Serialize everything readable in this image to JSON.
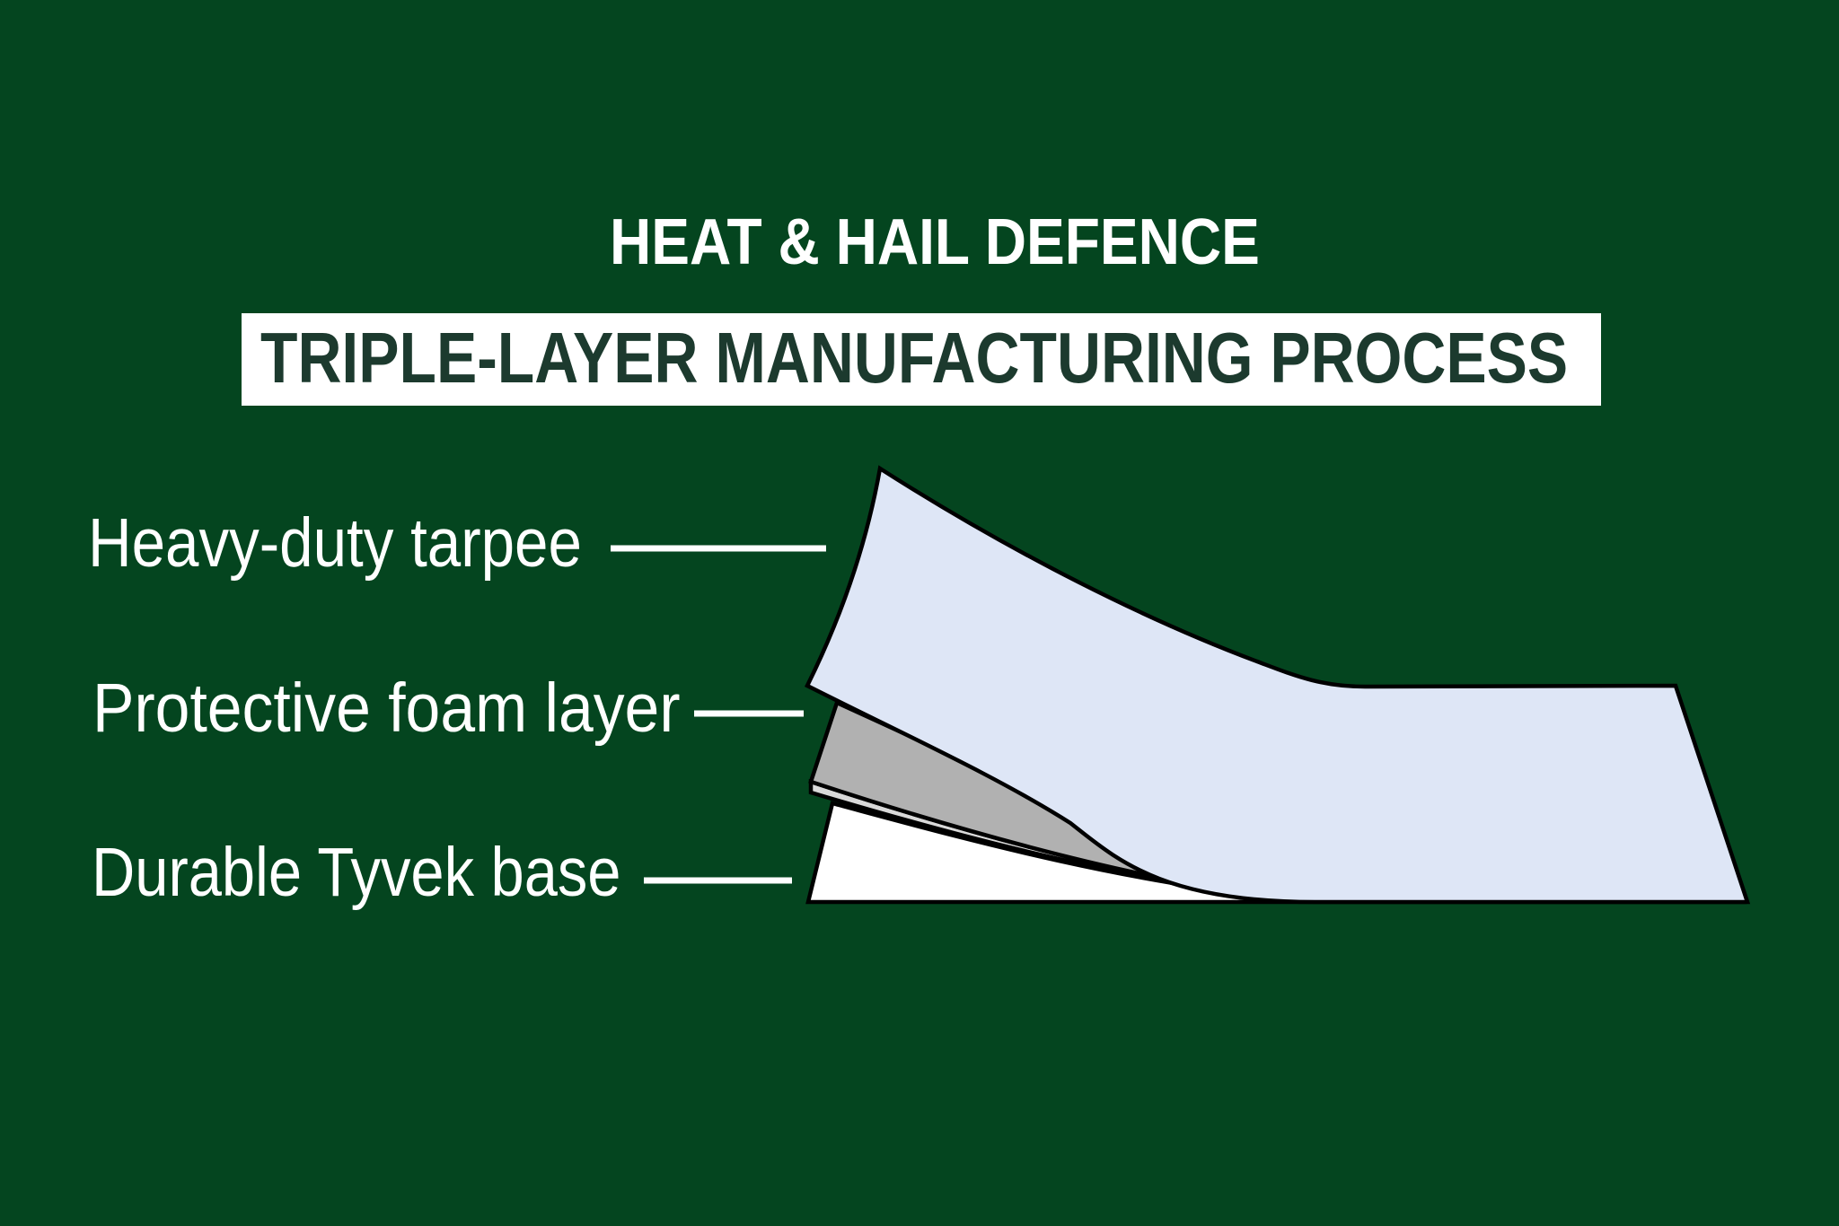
{
  "header": {
    "title": "HEAT & HAIL DEFENCE",
    "subtitle": "TRIPLE-LAYER MANUFACTURING PROCESS"
  },
  "labels": {
    "layer1": "Heavy-duty tarpee",
    "layer2": "Protective foam layer",
    "layer3": "Durable Tyvek base"
  },
  "colors": {
    "background": "#04451f",
    "title_text": "#ffffff",
    "subtitle_text": "#1c3a2e",
    "subtitle_bar": "#ffffff",
    "label_text": "#ffffff",
    "pointer_line": "#ffffff",
    "tarp_layer": "#dee6f6",
    "foam_layer": "#b1b1b1",
    "foam_edge": "#d9d9d9",
    "base_layer": "#ffffff",
    "outline": "#000000"
  }
}
